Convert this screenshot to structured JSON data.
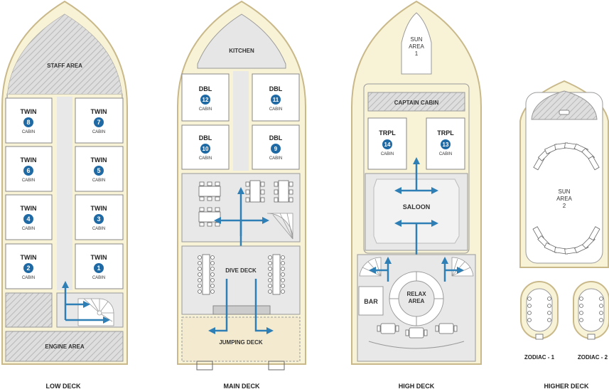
{
  "decks": {
    "low": {
      "title": "LOW DECK",
      "staff_area": "STAFF AREA",
      "engine_area": "ENGINE AREA",
      "cabins": [
        {
          "type": "TWIN",
          "number": "8",
          "label": "CABIN"
        },
        {
          "type": "TWIN",
          "number": "7",
          "label": "CABIN"
        },
        {
          "type": "TWIN",
          "number": "6",
          "label": "CABIN"
        },
        {
          "type": "TWIN",
          "number": "5",
          "label": "CABIN"
        },
        {
          "type": "TWIN",
          "number": "4",
          "label": "CABIN"
        },
        {
          "type": "TWIN",
          "number": "3",
          "label": "CABIN"
        },
        {
          "type": "TWIN",
          "number": "2",
          "label": "CABIN"
        },
        {
          "type": "TWIN",
          "number": "1",
          "label": "CABIN"
        }
      ]
    },
    "main": {
      "title": "MAIN DECK",
      "kitchen": "KITCHEN",
      "dive_deck": "DIVE DECK",
      "jumping_deck": "JUMPING DECK",
      "cabins": [
        {
          "type": "DBL",
          "number": "12",
          "label": "CABIN"
        },
        {
          "type": "DBL",
          "number": "11",
          "label": "CABIN"
        },
        {
          "type": "DBL",
          "number": "10",
          "label": "CABIN"
        },
        {
          "type": "DBL",
          "number": "9",
          "label": "CABIN"
        }
      ]
    },
    "high": {
      "title": "HIGH DECK",
      "sun_area_1": [
        "SUN",
        "AREA",
        "1"
      ],
      "captain_cabin": "CAPTAIN CABIN",
      "saloon": "SALOON",
      "bar": "BAR",
      "relax_area": [
        "RELAX",
        "AREA"
      ],
      "cabins": [
        {
          "type": "TRPL",
          "number": "14",
          "label": "CABIN"
        },
        {
          "type": "TRPL",
          "number": "13",
          "label": "CABIN"
        }
      ]
    },
    "higher": {
      "title": "HIGHER DECK",
      "sun_area_2": [
        "SUN",
        "AREA",
        "2"
      ],
      "zodiacs": [
        "ZODIAC - 1",
        "ZODIAC - 2"
      ]
    }
  },
  "colors": {
    "hull_fill": "#f8f2d6",
    "hull_stroke": "#c9b98a",
    "room_fill": "#ffffff",
    "floor_fill": "#e7e7e7",
    "hatch": "#d4d4d4",
    "badge": "#1f6aa5",
    "arrow": "#2e7fb6"
  }
}
